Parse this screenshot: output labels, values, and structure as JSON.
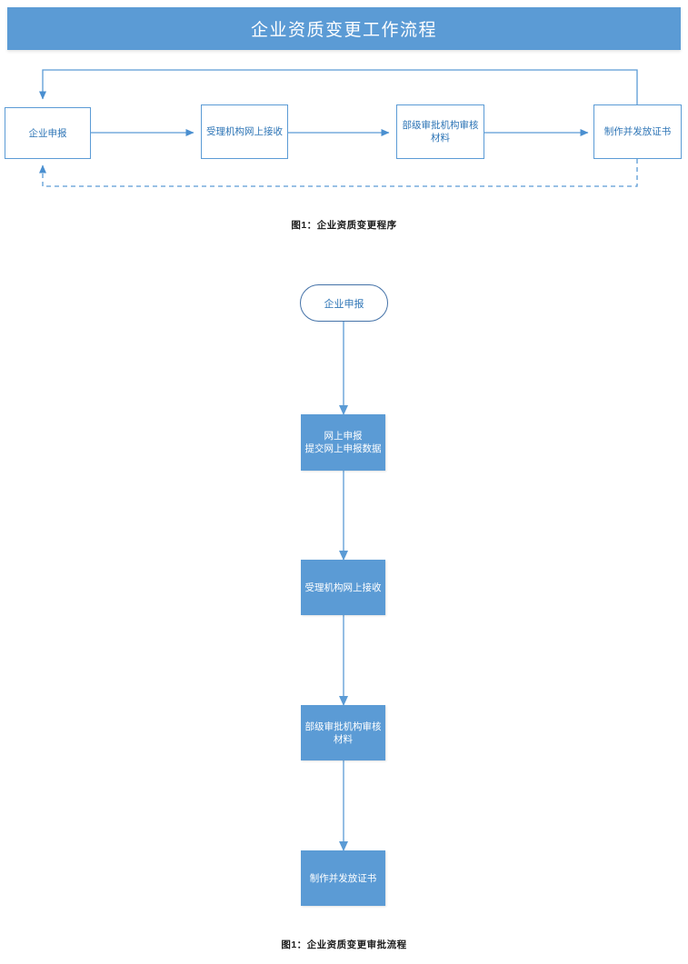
{
  "header": {
    "title": "企业资质变更工作流程",
    "background_color": "#5b9bd5",
    "text_color": "#ffffff"
  },
  "colors": {
    "accent_blue": "#5b9bd5",
    "node_border": "#5b9bd5",
    "node_text_blue": "#2e75b6",
    "connector": "#5b9bd5",
    "filled_node_text": "#ffffff",
    "caption_text": "#1a1a1a",
    "page_background": "#ffffff"
  },
  "chart_data": [
    {
      "type": "diagram",
      "id": "flowchart-horizontal",
      "title": "企业资质变更程序",
      "caption": "图1：企业资质变更程序",
      "orientation": "horizontal",
      "node_style": "outlined-rectangle",
      "nodes": [
        {
          "id": "n1",
          "label": "企业申报",
          "lines": [
            "企业申报"
          ]
        },
        {
          "id": "n2",
          "label": "受理机构网上接收",
          "lines": [
            "受理机构网上接收"
          ]
        },
        {
          "id": "n3",
          "label": "部级审批机构审核材料",
          "lines": [
            "部级审批机构审核",
            "材料"
          ]
        },
        {
          "id": "n4",
          "label": "制作并发放证书",
          "lines": [
            "制作并发放证书"
          ]
        }
      ],
      "edges": [
        {
          "from": "n1",
          "to": "n2",
          "style": "solid",
          "arrow": true
        },
        {
          "from": "n2",
          "to": "n3",
          "style": "solid",
          "arrow": true
        },
        {
          "from": "n3",
          "to": "n4",
          "style": "solid",
          "arrow": true
        },
        {
          "from": "n4",
          "to": "n1",
          "style": "solid",
          "arrow": true,
          "route": "over-top"
        },
        {
          "from": "n4",
          "to": "n1",
          "style": "dashed",
          "arrow": true,
          "route": "under-bottom"
        }
      ]
    },
    {
      "type": "diagram",
      "id": "flowchart-vertical",
      "title": "企业资质变更审批流程",
      "caption": "图1：企业资质变更审批流程",
      "orientation": "vertical",
      "node_style": "filled-rectangle",
      "nodes": [
        {
          "id": "v0",
          "label": "企业申报",
          "shape": "stadium",
          "fill": "none",
          "lines": [
            "企业申报"
          ]
        },
        {
          "id": "v1",
          "label": "网上申报 提交网上申报数据",
          "shape": "rect",
          "fill": "#5b9bd5",
          "lines": [
            "网上申报",
            "提交网上申报数据"
          ]
        },
        {
          "id": "v2",
          "label": "受理机构网上接收",
          "shape": "rect",
          "fill": "#5b9bd5",
          "lines": [
            "受理机构网上接收"
          ]
        },
        {
          "id": "v3",
          "label": "部级审批机构审核材料",
          "shape": "rect",
          "fill": "#5b9bd5",
          "lines": [
            "部级审批机构审核",
            "材料"
          ]
        },
        {
          "id": "v4",
          "label": "制作并发放证书",
          "shape": "rect",
          "fill": "#5b9bd5",
          "lines": [
            "制作并发放证书"
          ]
        }
      ],
      "edges": [
        {
          "from": "v0",
          "to": "v1",
          "style": "solid",
          "arrow": true
        },
        {
          "from": "v1",
          "to": "v2",
          "style": "solid",
          "arrow": true
        },
        {
          "from": "v2",
          "to": "v3",
          "style": "solid",
          "arrow": true
        },
        {
          "from": "v3",
          "to": "v4",
          "style": "solid",
          "arrow": true
        }
      ]
    }
  ],
  "chart1": {
    "caption": "图1：企业资质变更程序",
    "nodes": {
      "n1_line1": "企业申报",
      "n2_line1": "受理机构网上接收",
      "n3_line1": "部级审批机构审核",
      "n3_line2": "材料",
      "n4_line1": "制作并发放证书"
    }
  },
  "chart2": {
    "caption": "图1：企业资质变更审批流程",
    "nodes": {
      "v0_line1": "企业申报",
      "v1_line1": "网上申报",
      "v1_line2": "提交网上申报数据",
      "v2_line1": "受理机构网上接收",
      "v3_line1": "部级审批机构审核",
      "v3_line2": "材料",
      "v4_line1": "制作并发放证书"
    }
  }
}
